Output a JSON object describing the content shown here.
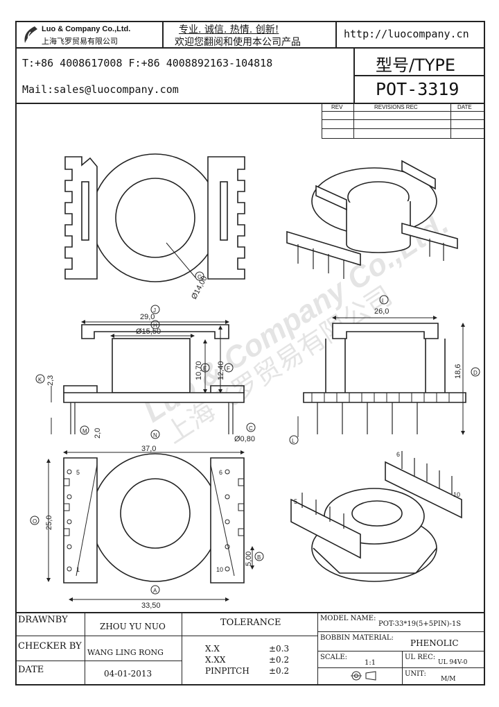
{
  "header": {
    "company_name": "Luo & Company Co.,Ltd.",
    "company_cn": "上海飞罗贸易有限公司",
    "slogan_line1": "专业. 诚信. 热情. 创新!",
    "slogan_line2": "欢迎您翻阅和使用本公司产品",
    "url": "http://luocompany.cn",
    "phone_fax": "T:+86 4008617008 F:+86 4008892163-104818",
    "mail": "Mail:sales@luocompany.com",
    "type_label": "型号/TYPE",
    "model": "POT-3319"
  },
  "revisions": {
    "col_rev": "REV",
    "col_rec": "REVISIONS REC",
    "col_date": "DATE"
  },
  "watermark": {
    "en": "Luo & Company Co.,Ltd.",
    "cn": "上海飞罗贸易有限公司"
  },
  "dims": {
    "G": "G",
    "G_val": "Ø14,00",
    "J": "J",
    "J_val": "29,0",
    "H": "H",
    "H_val": "Ø15,50",
    "E": "E",
    "E_val": "10,70",
    "F": "F",
    "F_val": "12,40",
    "K": "K",
    "K_val": "2,3",
    "M": "M",
    "M_val": "2,0",
    "C": "C",
    "C_val": "Ø0,80",
    "I": "I",
    "I_val": "26,0",
    "D": "D",
    "D_val": "18,6",
    "L": "L",
    "N": "N",
    "N_val": "37,0",
    "O": "O",
    "O_val": "25,0",
    "A": "A",
    "A_val": "33,50",
    "B": "B",
    "B_val": "5,00",
    "pin5": "5",
    "pin1": "1",
    "pin6": "6",
    "pin10": "10",
    "iso_pin6": "6",
    "iso_pin10": "10",
    "iso_pin5": "5"
  },
  "titleblock": {
    "drawnby_label": "DRAWNBY",
    "drawnby_value": "ZHOU YU NUO",
    "checker_label": "CHECKER BY",
    "checker_value": "WANG LING RONG",
    "date_label": "DATE",
    "date_value": "04-01-2013",
    "tolerance_label": "TOLERANCE",
    "tol1_k": "X.X",
    "tol1_v": "±0.3",
    "tol2_k": "X.XX",
    "tol2_v": "±0.2",
    "tol3_k": "PINPITCH",
    "tol3_v": "±0.2",
    "model_name_label": "MODEL NAME:",
    "model_name_value": "POT-33*19(5+5PIN)-1S",
    "bobbin_label": "BOBBIN MATERIAL:",
    "bobbin_value": "PHENOLIC",
    "scale_label": "SCALE:",
    "scale_value": "1:1",
    "ul_label": "UL REC:",
    "ul_value": "UL 94V-0",
    "unit_label": "UNIT:",
    "unit_value": "M/M"
  }
}
